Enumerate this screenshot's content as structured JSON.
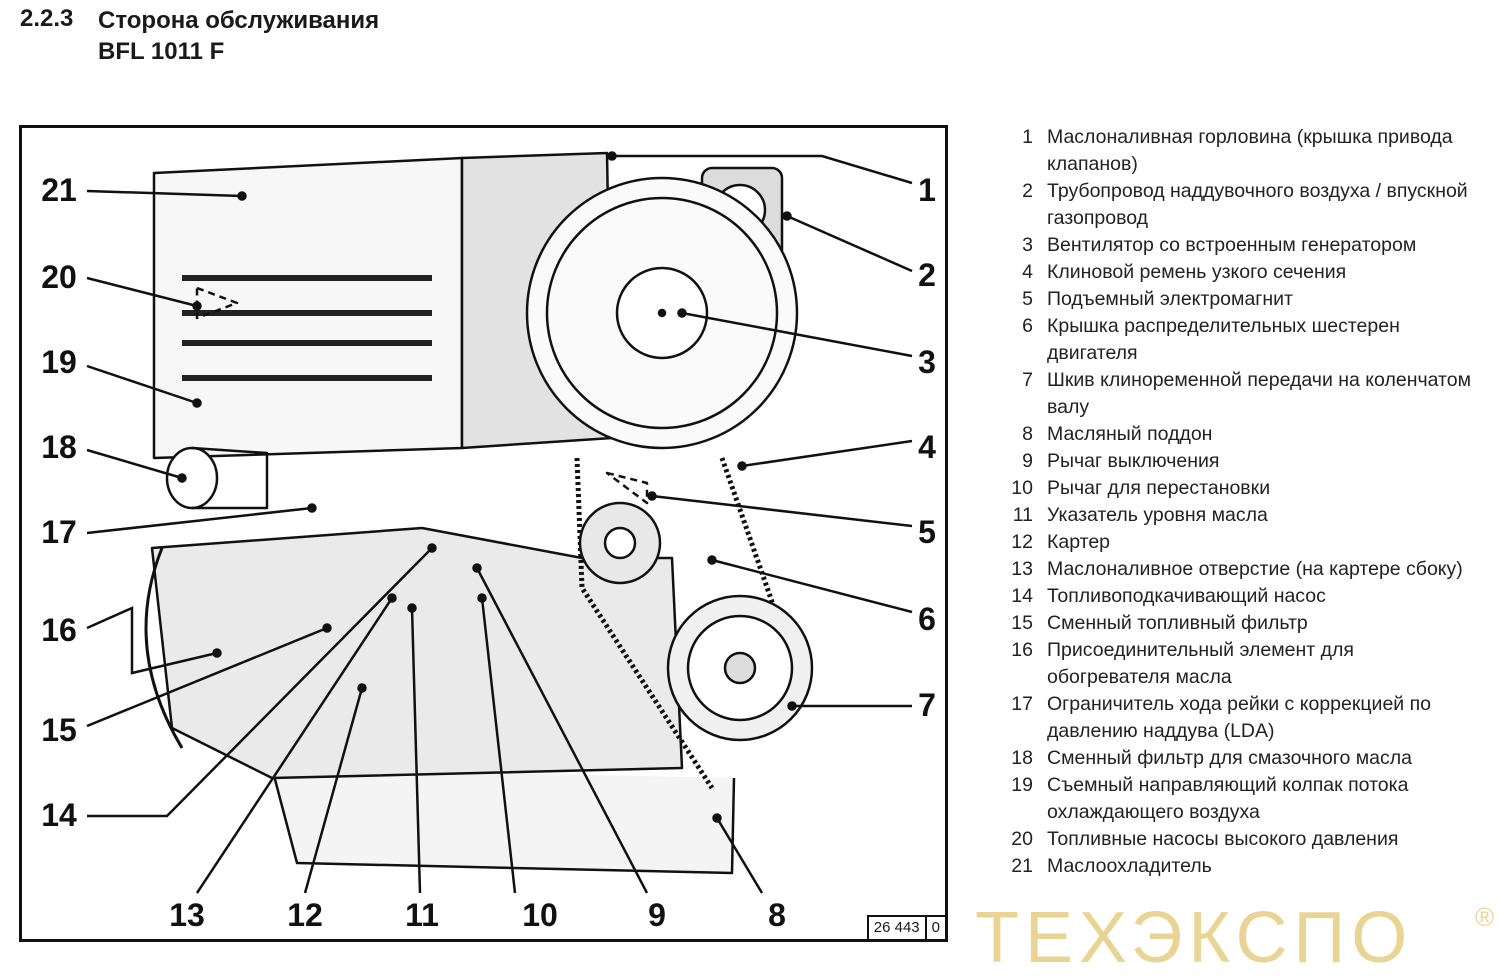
{
  "header": {
    "section_number": "2.2.3",
    "title_line1": "Сторона обслуживания",
    "title_line2": "BFL 1011 F"
  },
  "figure": {
    "callouts": [
      "1",
      "2",
      "3",
      "4",
      "5",
      "6",
      "7",
      "8",
      "9",
      "10",
      "11",
      "12",
      "13",
      "14",
      "15",
      "16",
      "17",
      "18",
      "19",
      "20",
      "21"
    ],
    "image_code": "26 443",
    "image_code_suffix": "0"
  },
  "legend": [
    {
      "num": "1",
      "text": "Маслоналивная горловина (крышка привода клапанов)"
    },
    {
      "num": "2",
      "text": "Трубопровод наддувочного воздуха / впускной газопровод"
    },
    {
      "num": "3",
      "text": "Вентилятор со встроенным генератором"
    },
    {
      "num": "4",
      "text": "Клиновой ремень узкого сечения"
    },
    {
      "num": "5",
      "text": "Подъемный электромагнит"
    },
    {
      "num": "6",
      "text": "Крышка распределительных шестерен двигателя"
    },
    {
      "num": "7",
      "text": "Шкив клиноременной передачи на коленчатом валу"
    },
    {
      "num": "8",
      "text": "Масляный поддон"
    },
    {
      "num": "9",
      "text": "Рычаг выключения"
    },
    {
      "num": "10",
      "text": "Рычаг для перестановки"
    },
    {
      "num": "11",
      "text": "Указатель уровня масла"
    },
    {
      "num": "12",
      "text": "Картер"
    },
    {
      "num": "13",
      "text": "Маслоналивное отверстие (на картере сбоку)"
    },
    {
      "num": "14",
      "text": "Топливоподкачивающий насос"
    },
    {
      "num": "15",
      "text": "Сменный топливный фильтр"
    },
    {
      "num": "16",
      "text": "Присоединительный элемент для обогревателя масла"
    },
    {
      "num": "17",
      "text": "Ограничитель хода рейки с коррекцией по давлению наддува (LDA)"
    },
    {
      "num": "18",
      "text": "Сменный фильтр для смазочного масла"
    },
    {
      "num": "19",
      "text": "Съемный направляющий колпак потока охлаждающего воздуха"
    },
    {
      "num": "20",
      "text": "Топливные насосы высокого давления"
    },
    {
      "num": "21",
      "text": "Маслоохладитель"
    }
  ],
  "watermark": {
    "text": "ТЕХЭКСПО",
    "mark": "®"
  }
}
